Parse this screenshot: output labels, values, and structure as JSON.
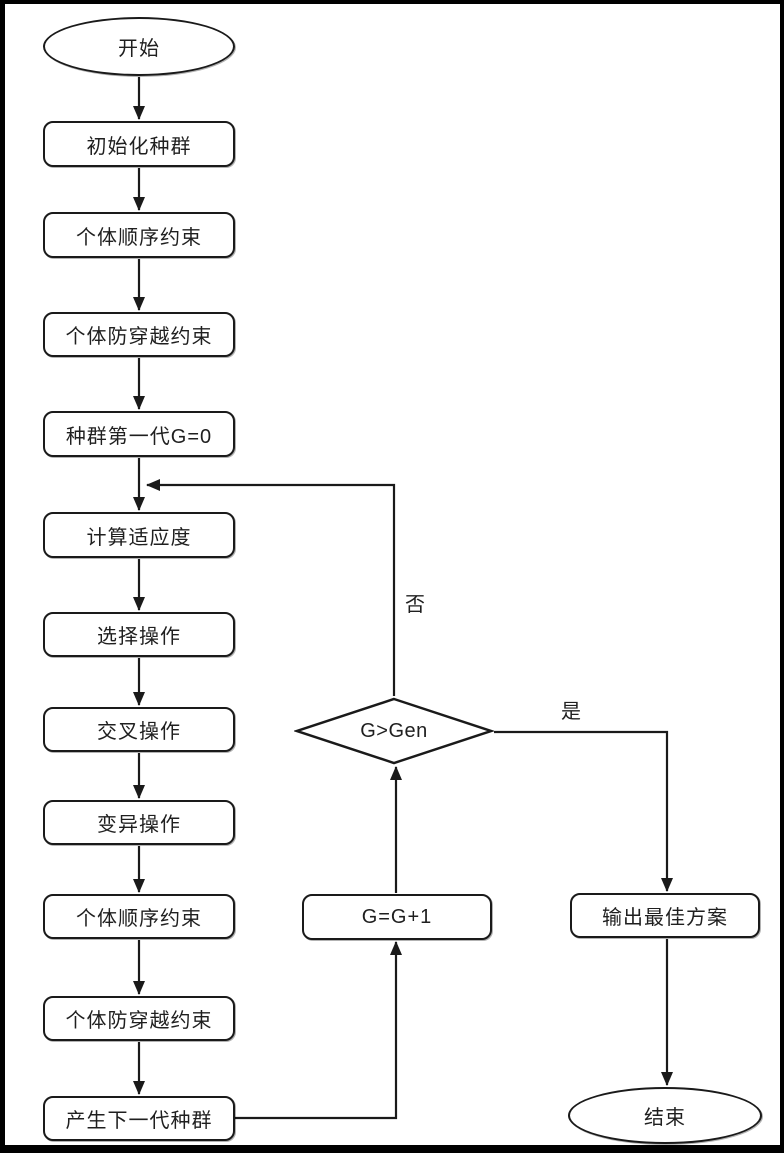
{
  "diagram": {
    "type": "flowchart",
    "title": "genetic-algorithm-flowchart",
    "colors": {
      "background": "#ffffff",
      "frame": "#000000",
      "shape_fill": "#ffffff",
      "shape_stroke": "#1a1a1a",
      "text": "#1f1f1f"
    },
    "nodes": {
      "start": {
        "shape": "ellipse",
        "label": "开始"
      },
      "init": {
        "shape": "rect",
        "label": "初始化种群"
      },
      "order1": {
        "shape": "rect",
        "label": "个体顺序约束"
      },
      "anticross1": {
        "shape": "rect",
        "label": "个体防穿越约束"
      },
      "gen0": {
        "shape": "rect",
        "label": "种群第一代G=0"
      },
      "fitness": {
        "shape": "rect",
        "label": "计算适应度"
      },
      "selection": {
        "shape": "rect",
        "label": "选择操作"
      },
      "crossover": {
        "shape": "rect",
        "label": "交叉操作"
      },
      "mutation": {
        "shape": "rect",
        "label": "变异操作"
      },
      "order2": {
        "shape": "rect",
        "label": "个体顺序约束"
      },
      "anticross2": {
        "shape": "rect",
        "label": "个体防穿越约束"
      },
      "nextgen": {
        "shape": "rect",
        "label": "产生下一代种群"
      },
      "decision": {
        "shape": "diamond",
        "label": "G>Gen"
      },
      "increment": {
        "shape": "rect",
        "label": "G=G+1"
      },
      "output": {
        "shape": "rect",
        "label": "输出最佳方案"
      },
      "end": {
        "shape": "ellipse",
        "label": "结束"
      }
    },
    "edge_labels": {
      "no": "否",
      "yes": "是"
    },
    "edges": [
      {
        "from": "start",
        "to": "init",
        "label": ""
      },
      {
        "from": "init",
        "to": "order1",
        "label": ""
      },
      {
        "from": "order1",
        "to": "anticross1",
        "label": ""
      },
      {
        "from": "anticross1",
        "to": "gen0",
        "label": ""
      },
      {
        "from": "gen0",
        "to": "fitness",
        "label": ""
      },
      {
        "from": "fitness",
        "to": "selection",
        "label": ""
      },
      {
        "from": "selection",
        "to": "crossover",
        "label": ""
      },
      {
        "from": "crossover",
        "to": "mutation",
        "label": ""
      },
      {
        "from": "mutation",
        "to": "order2",
        "label": ""
      },
      {
        "from": "order2",
        "to": "anticross2",
        "label": ""
      },
      {
        "from": "anticross2",
        "to": "nextgen",
        "label": ""
      },
      {
        "from": "nextgen",
        "to": "increment",
        "label": ""
      },
      {
        "from": "increment",
        "to": "decision",
        "label": ""
      },
      {
        "from": "decision",
        "to": "fitness",
        "label": "否"
      },
      {
        "from": "decision",
        "to": "output",
        "label": "是"
      },
      {
        "from": "output",
        "to": "end",
        "label": ""
      }
    ]
  }
}
